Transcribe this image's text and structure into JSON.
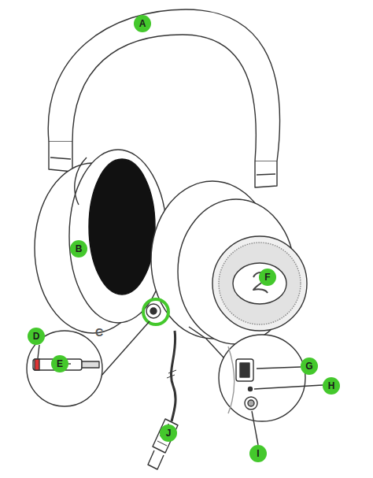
{
  "diagram": {
    "labels": [
      "A",
      "B",
      "C",
      "D",
      "E",
      "F",
      "G",
      "H",
      "I",
      "J"
    ]
  }
}
